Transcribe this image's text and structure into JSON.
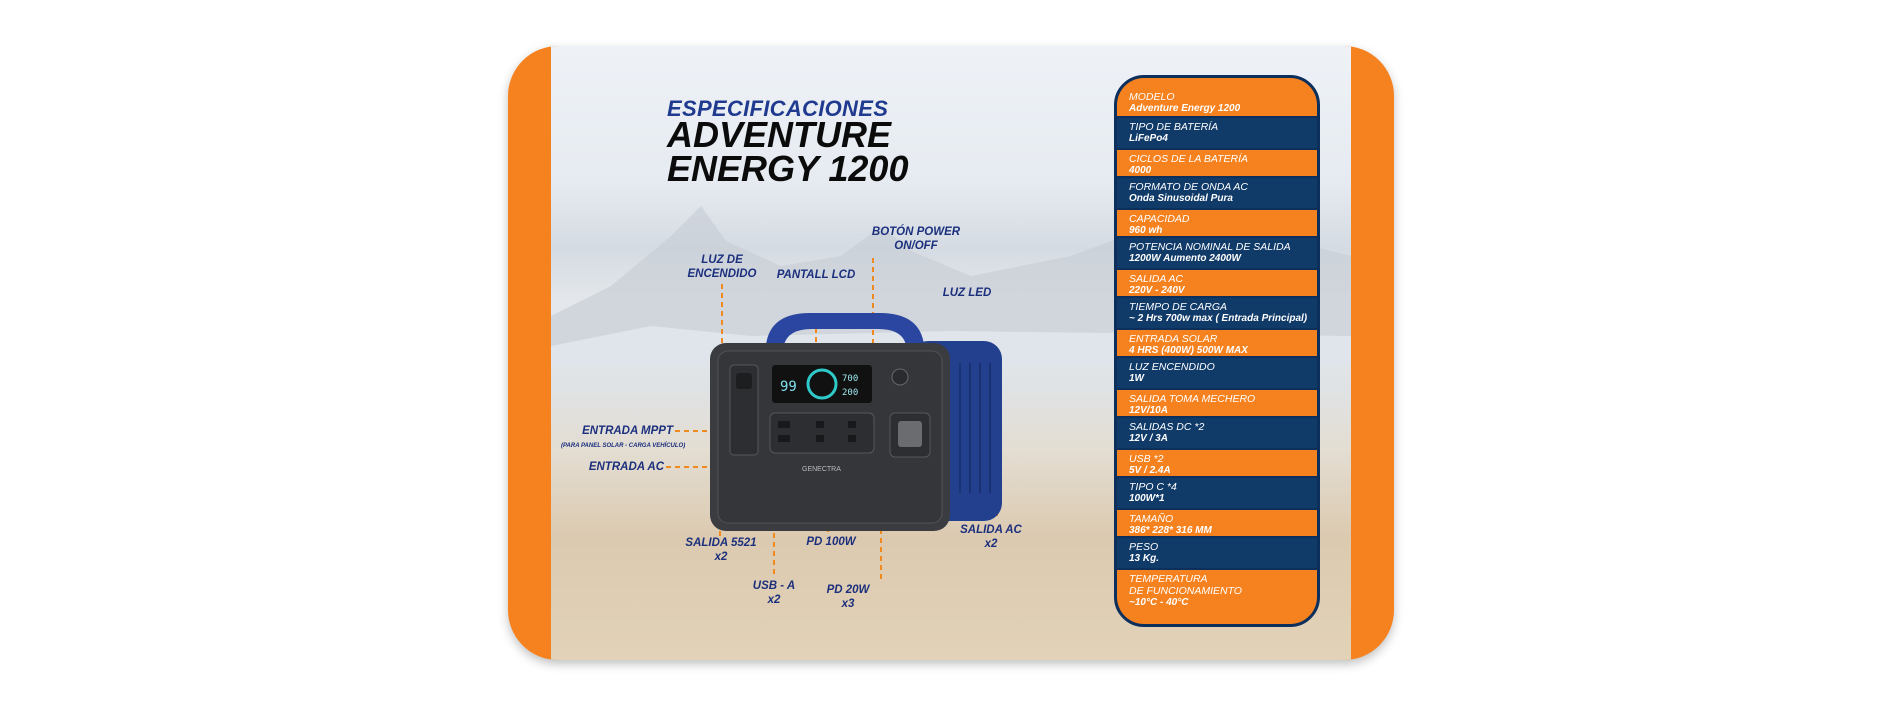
{
  "header": {
    "subtitle": "ESPECIFICACIONES",
    "title_line1": "ADVENTURE",
    "title_line2": "ENERGY 1200"
  },
  "device": {
    "brand": "GENECTRA",
    "lcd_percent": "99",
    "lcd_in": "700",
    "lcd_out": "200"
  },
  "callouts": {
    "power_button": [
      "BOTÓN POWER",
      "ON/OFF"
    ],
    "power_light": [
      "LUZ DE",
      "ENCENDIDO"
    ],
    "lcd": "PANTALL LCD",
    "led": "LUZ LED",
    "mppt": "ENTRADA MPPT",
    "mppt_note": "(PARA PANEL SOLAR - CARGA VEHÍCULO)",
    "ac_in": "ENTRADA AC",
    "dc5521": [
      "SALIDA 5521",
      "x2"
    ],
    "pd100": "PD 100W",
    "usba": [
      "USB - A",
      "x2"
    ],
    "pd20": [
      "PD 20W",
      "x3"
    ],
    "ac_out": [
      "SALIDA AC",
      "x2"
    ]
  },
  "specs": [
    {
      "label": "MODELO",
      "value": "Adventure Energy 1200"
    },
    {
      "label": "TIPO DE BATERÍA",
      "value": "LiFePo4"
    },
    {
      "label": "CICLOS DE LA BATERÍA",
      "value": "4000"
    },
    {
      "label": "FORMATO DE ONDA AC",
      "value": "Onda Sinusoidal Pura"
    },
    {
      "label": "CAPACIDAD",
      "value": "960 wh"
    },
    {
      "label": "POTENCIA NOMINAL DE SALIDA",
      "value": "1200W Aumento 2400W"
    },
    {
      "label": "SALIDA  AC",
      "value": "220V - 240V"
    },
    {
      "label": "TIEMPO DE CARGA",
      "value": "~ 2 Hrs 700w max ( Entrada Principal)"
    },
    {
      "label": "ENTRADA SOLAR",
      "value": "4 HRS (400W) 500W MAX"
    },
    {
      "label": "LUZ ENCENDIDO",
      "value": "1W"
    },
    {
      "label": "SALIDA TOMA MECHERO",
      "value": "12V/10A"
    },
    {
      "label": "SALIDAS DC *2",
      "value": "12V / 3A"
    },
    {
      "label": "USB *2",
      "value": "5V / 2.4A"
    },
    {
      "label": "TIPO C  *4",
      "value": "100W*1"
    },
    {
      "label": "TAMAÑO",
      "value": "386*  228*  316 MM"
    },
    {
      "label": "PESO",
      "value": "13 Kg."
    },
    {
      "label": "TEMPERATURA\nDE FUNCIONAMIENTO",
      "value": "~10°C - 40°C"
    }
  ],
  "colors": {
    "orange": "#f5821f",
    "navy": "#103a68",
    "label_blue": "#1b2f7d"
  }
}
